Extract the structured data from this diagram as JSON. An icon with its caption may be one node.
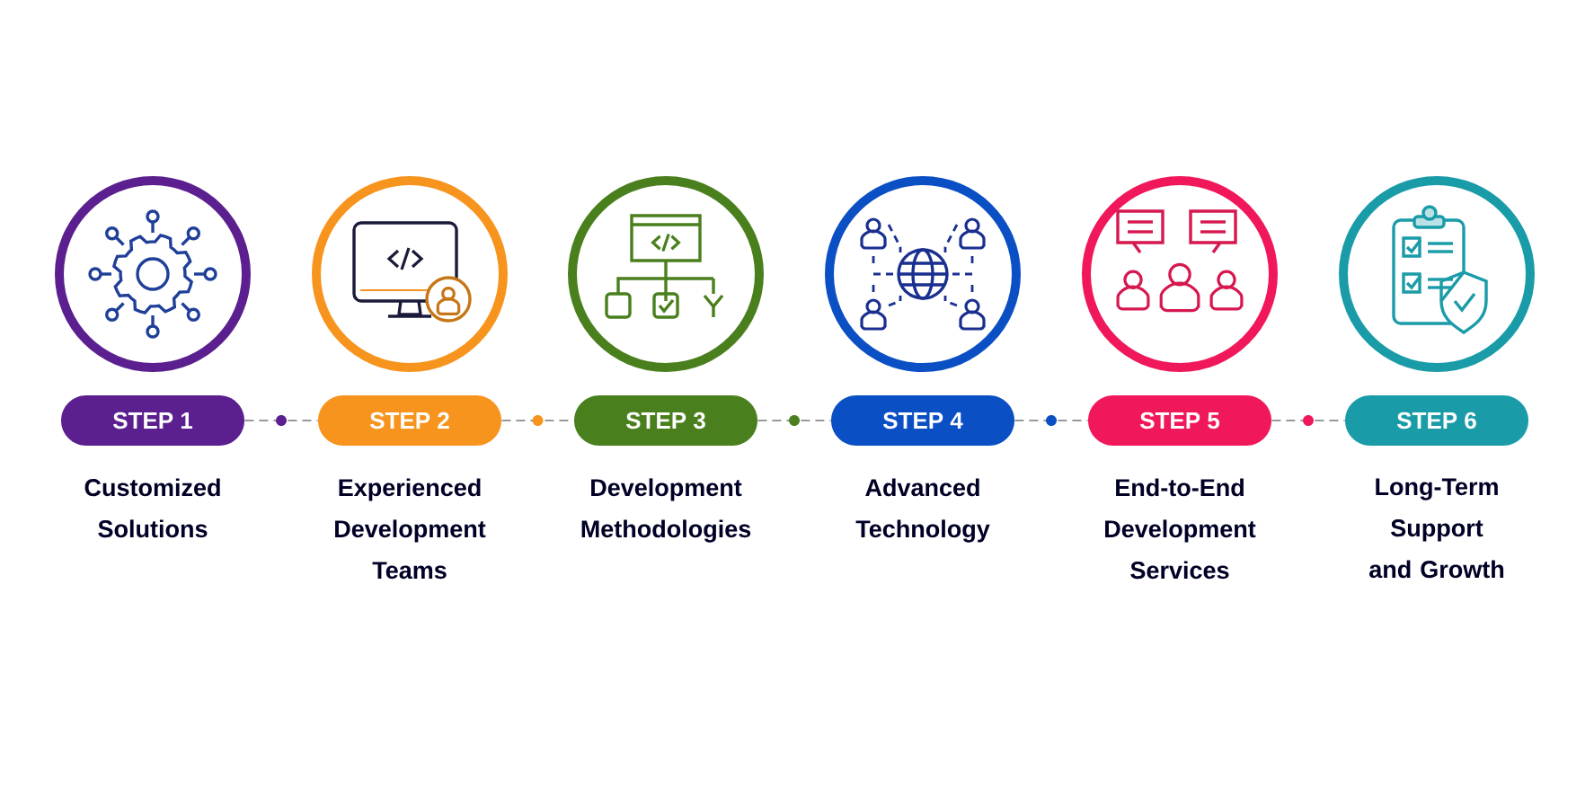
{
  "diagram": {
    "nodes": [
      {
        "text": [
          "STEP 1"
        ],
        "beside": [
          "Customized Solutions"
        ]
      },
      {
        "text": [
          "STEP 2"
        ],
        "beside": [
          "Experienced Development Teams"
        ]
      },
      {
        "text": [
          "STEP 3"
        ],
        "beside": [
          "Development Methodologies"
        ]
      },
      {
        "text": [
          "STEP 4"
        ],
        "beside": [
          "Advanced Technology"
        ]
      },
      {
        "text": [
          "STEP 5"
        ],
        "beside": [
          "End-to-End Development Services"
        ]
      },
      {
        "text": [
          "STEP 6"
        ],
        "beside": [
          "Long-Term Support and Growth"
        ]
      }
    ],
    "edges": [
      {
        "from": 0,
        "to": 1,
        "arrow": "none",
        "style": "dashed"
      },
      {
        "from": 1,
        "to": 2,
        "arrow": "none",
        "style": "dashed"
      },
      {
        "from": 2,
        "to": 3,
        "arrow": "none",
        "style": "dashed"
      },
      {
        "from": 3,
        "to": 4,
        "arrow": "none",
        "style": "dashed"
      },
      {
        "from": 4,
        "to": 5,
        "arrow": "none",
        "style": "dashed"
      }
    ]
  }
}
